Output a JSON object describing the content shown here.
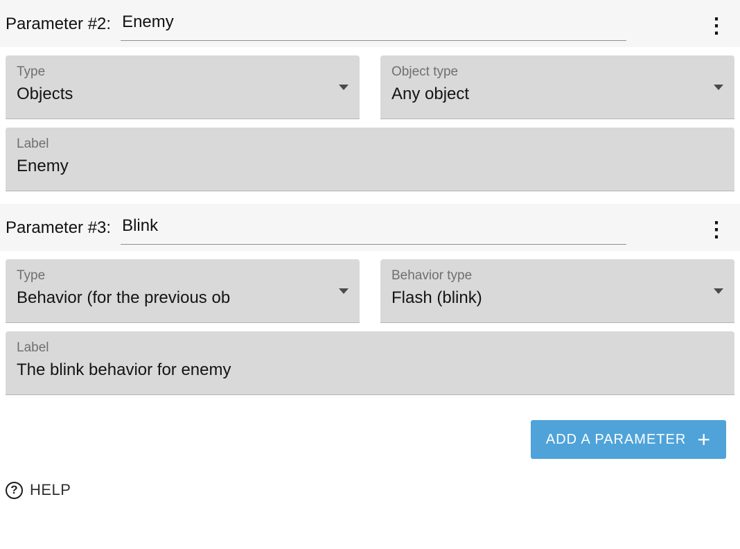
{
  "icons": {
    "kebab": "⋮",
    "plus": "+",
    "help": "?"
  },
  "colors": {
    "accent_blue": "#4fa3d9",
    "field_gray": "#d9d9d9",
    "header_strip": "#f6f6f6"
  },
  "parameters": [
    {
      "title": "Parameter #2:",
      "name_value": "Enemy",
      "fields": [
        {
          "label": "Type",
          "value": "Objects"
        },
        {
          "label": "Object type",
          "value": "Any object"
        }
      ],
      "label_field": {
        "label": "Label",
        "value": "Enemy"
      }
    },
    {
      "title": "Parameter #3:",
      "name_value": "Blink",
      "fields": [
        {
          "label": "Type",
          "value": "Behavior (for the previous ob"
        },
        {
          "label": "Behavior type",
          "value": "Flash (blink)"
        }
      ],
      "label_field": {
        "label": "Label",
        "value": "The blink behavior for enemy"
      }
    }
  ],
  "add_button": {
    "label": "ADD A PARAMETER"
  },
  "help": {
    "label": "HELP"
  }
}
